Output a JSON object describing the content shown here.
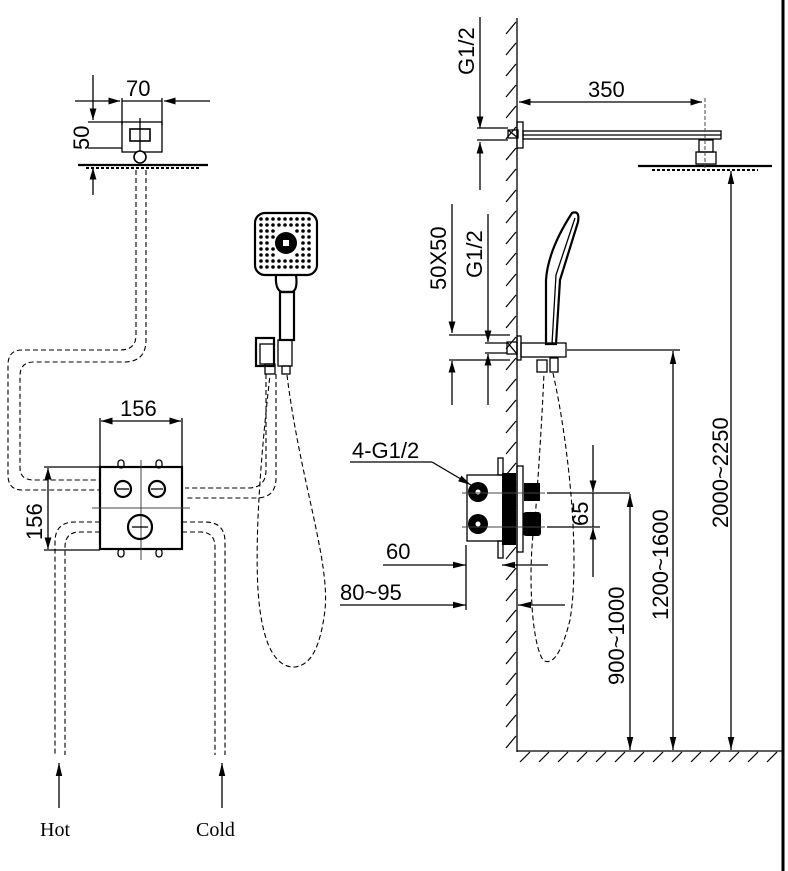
{
  "diagram": {
    "title": "Concealed thermostatic shower system installation drawing",
    "front_view": {
      "overhead_shower_width": "70",
      "overhead_shower_depth": "50",
      "valve_body_width": "156",
      "valve_body_height": "156",
      "inlet_labels": {
        "hot": "Hot",
        "cold": "Cold"
      }
    },
    "side_view": {
      "shower_arm_thread": "G1/2",
      "shower_arm_length": "350",
      "wall_bracket_size": "50X50",
      "wall_bracket_thread": "G1/2",
      "valve_connections": "4-G1/2",
      "valve_inlet_spacing": "65",
      "valve_depth_min": "60",
      "valve_depth_range": "80~95",
      "valve_height_from_floor": "900~1000",
      "handshower_outlet_height": "1200~1600",
      "overhead_shower_height": "2000~2250"
    }
  }
}
